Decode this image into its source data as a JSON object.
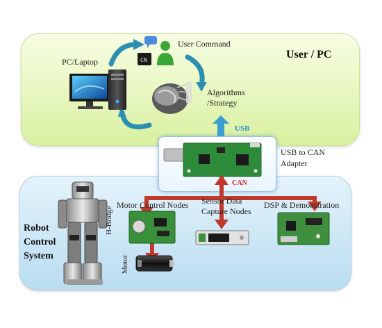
{
  "user_panel": {
    "title": "User / PC"
  },
  "labels": {
    "pc_laptop": "PC/Laptop",
    "user_command": "User Command",
    "algorithms_line1": "Algorithms",
    "algorithms_line2": "/Strategy",
    "usb": "USB",
    "usb_to_can_line1": "USB to CAN",
    "usb_to_can_line2": "Adapter",
    "can": "CAN",
    "motor_control_nodes": "Motor Control Nodes",
    "sensor_line1": "Sensor Data",
    "sensor_line2": "Capture Nodes",
    "dsp_demo": "DSP & Demonstration",
    "h_bridge": "H-Bridge",
    "motor": "Motor",
    "can_icon_text": "CN"
  },
  "robot_panel": {
    "title_line1": "Robot",
    "title_line2": "Control",
    "title_line3": "System"
  },
  "colors": {
    "user_panel": "#e6f6bf",
    "robot_panel": "#cde6f5",
    "arrow_teal": "#2a8fb0",
    "bus_red": "#c0392b",
    "usb_text": "#2f8fd0",
    "can_text": "#d02020"
  }
}
